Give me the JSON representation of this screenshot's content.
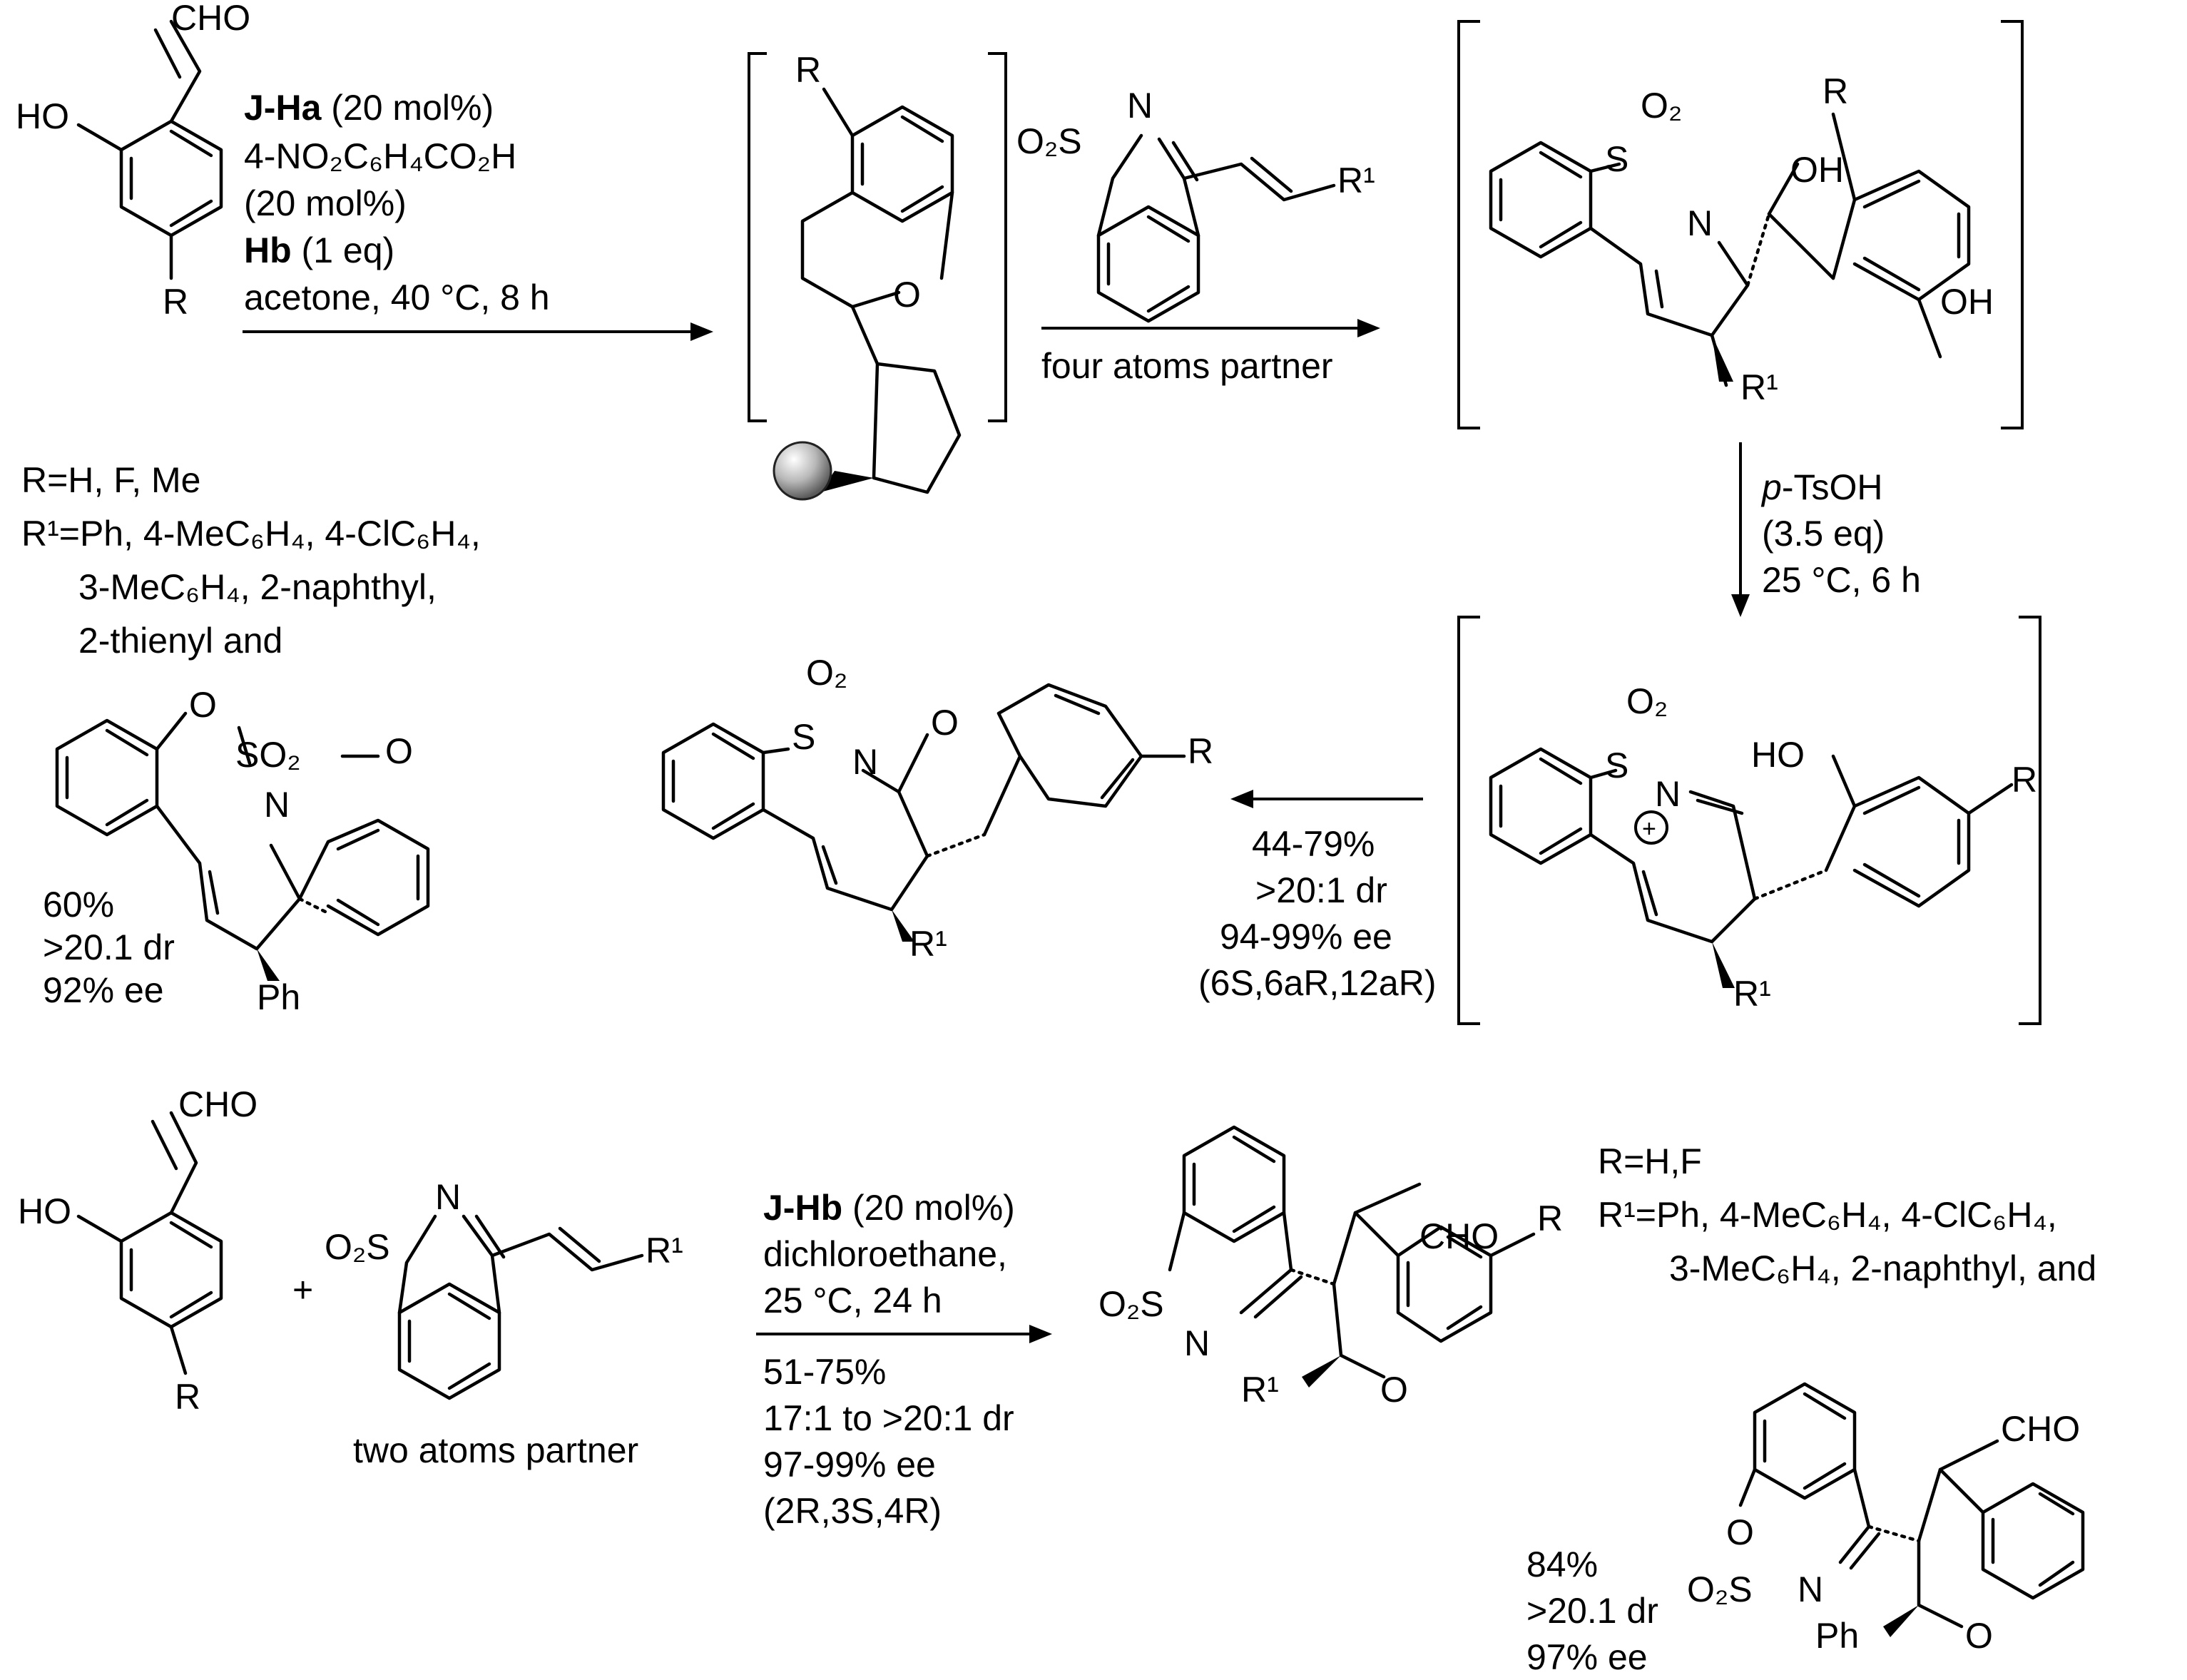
{
  "scheme": {
    "top_reaction": {
      "reagents": {
        "catalyst": "J-Ha",
        "catalyst_loading": " (20 mol%)",
        "acid": "4-NO₂C₆H₄CO₂H",
        "acid_loading": "(20 mol%)",
        "additive": "Hb",
        "additive_amount": " (1 eq)",
        "conditions": "acetone, 40 °C, 8 h"
      },
      "substituents": {
        "r_line": "R=H, F, Me",
        "r1_line1": "R¹=Ph, 4-MeC₆H₄, 4-ClC₆H₄,",
        "r1_line2": "3-MeC₆H₄, 2-naphthyl,",
        "r1_line3": "2-thienyl and"
      },
      "partner_label": "four atoms partner",
      "acid_step": {
        "reagent_prefix": "p",
        "reagent": "-TsOH",
        "amount": "(3.5 eq)",
        "conditions": "25 °C, 6 h"
      },
      "product_results": {
        "yield": "44-79%",
        "dr": ">20:1 dr",
        "ee": "94-99% ee",
        "config": "(6S,6aR,12aR)"
      },
      "example_results": {
        "yield": "60%",
        "dr": ">20.1 dr",
        "ee": "92% ee"
      }
    },
    "bottom_reaction": {
      "plus": "+",
      "partner_label": "two atoms partner",
      "reagents": {
        "catalyst": "J-Hb",
        "catalyst_loading": " (20 mol%)",
        "solvent": "dichloroethane,",
        "conditions": "25 °C, 24 h"
      },
      "results": {
        "yield": "51-75%",
        "dr": "17:1 to >20:1 dr",
        "ee": "97-99% ee",
        "config": "(2R,3S,4R)"
      },
      "substituents": {
        "r_line": "R=H,F",
        "r1_line1": "R¹=Ph, 4-MeC₆H₄, 4-ClC₆H₄,",
        "r1_line2": "3-MeC₆H₄, 2-naphthyl, and"
      },
      "example_results": {
        "yield": "84%",
        "dr": ">20.1 dr",
        "ee": "97% ee"
      }
    },
    "atom_labels": {
      "cho": "CHO",
      "ho": "HO",
      "oh": "OH",
      "r": "R",
      "r1": "R¹",
      "o": "O",
      "n": "N",
      "s": "S",
      "o2s": "O₂S",
      "o2": "O₂",
      "so2": "SO₂",
      "ph": "Ph",
      "plus_charge": "+"
    }
  }
}
